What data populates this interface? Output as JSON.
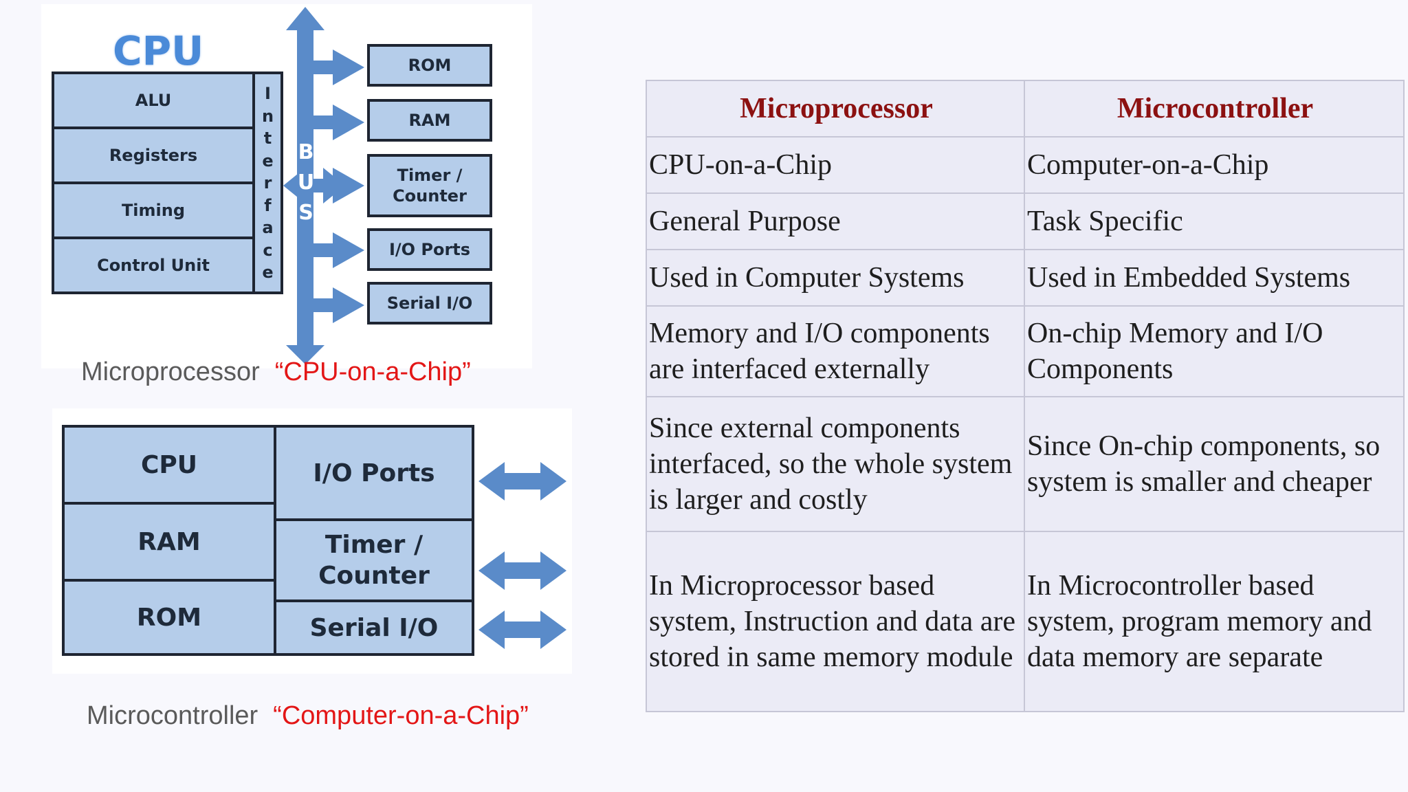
{
  "diagram1": {
    "title": "CPU",
    "cpu_blocks": [
      "ALU",
      "Registers",
      "Timing",
      "Control Unit"
    ],
    "interface_label": "Interface",
    "bus_label": "BUS",
    "peripherals": [
      "ROM",
      "RAM",
      "Timer / Counter",
      "I/O Ports",
      "Serial I/O"
    ]
  },
  "caption1": {
    "label": "Microprocessor",
    "quote": "“CPU-on-a-Chip”"
  },
  "diagram2": {
    "left_blocks": [
      "CPU",
      "RAM",
      "ROM"
    ],
    "right_blocks": [
      "I/O Ports",
      "Timer / Counter",
      "Serial I/O"
    ]
  },
  "caption2": {
    "label": "Microcontroller",
    "quote": "“Computer-on-a-Chip”"
  },
  "table": {
    "headers": [
      "Microprocessor",
      "Microcontroller"
    ],
    "rows": [
      [
        "CPU-on-a-Chip",
        "Computer-on-a-Chip"
      ],
      [
        "General Purpose",
        "Task Specific"
      ],
      [
        "Used in Computer Systems",
        "Used in Embedded Systems"
      ],
      [
        "Memory and I/O components are interfaced externally",
        "On-chip Memory and I/O Components"
      ],
      [
        "Since external components interfaced, so the whole system is larger and costly",
        "Since On-chip components, so system is smaller and cheaper"
      ],
      [
        "In Microprocessor based system, Instruction and data are stored in same memory module",
        "In Microcontroller based system, program memory and data memory are separate"
      ]
    ]
  },
  "colors": {
    "block_fill": "#b5cdea",
    "arrow_fill": "#5a8bc9",
    "title_blue": "#4a8ad8",
    "header_red": "#8c1111",
    "quote_red": "#e31616",
    "table_bg": "#ebebf6"
  }
}
